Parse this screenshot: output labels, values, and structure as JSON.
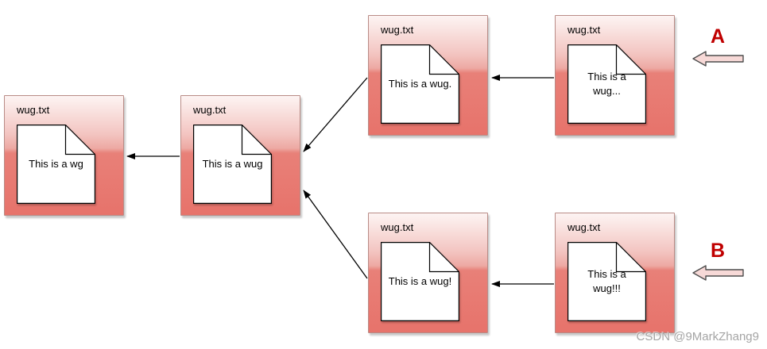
{
  "diagram": {
    "description": "Branching version history of a single file; arrows point from each newer version back to the version it was derived from.",
    "nodes": [
      {
        "filename": "wug.txt",
        "content": "This is a wg"
      },
      {
        "filename": "wug.txt",
        "content": "This is a wug"
      },
      {
        "filename": "wug.txt",
        "content": "This is a wug."
      },
      {
        "filename": "wug.txt",
        "content": "This is a\nwug..."
      },
      {
        "filename": "wug.txt",
        "content": "This is a wug!"
      },
      {
        "filename": "wug.txt",
        "content": "This is a\nwug!!!"
      }
    ],
    "edges": [
      {
        "from": 1,
        "to": 0
      },
      {
        "from": 2,
        "to": 1
      },
      {
        "from": 3,
        "to": 2
      },
      {
        "from": 4,
        "to": 1
      },
      {
        "from": 5,
        "to": 4
      }
    ],
    "annotations": [
      {
        "label": "A",
        "points_at": "top-right node"
      },
      {
        "label": "B",
        "points_at": "bottom-right node"
      }
    ],
    "colors": {
      "node_gradient_top": "#fdf4f3",
      "node_gradient_bottom": "#e7736b",
      "node_border": "#b98b86",
      "paper_fill": "#ffffff",
      "paper_stroke": "#000000",
      "connector": "#000000",
      "annotation_letter": "#c00000",
      "block_arrow_fill": "#f7d9d7",
      "block_arrow_stroke": "#4d4d4d",
      "watermark_text_color": "#a5a5a5"
    }
  },
  "watermark": {
    "text": "CSDN @9MarkZhang9"
  }
}
